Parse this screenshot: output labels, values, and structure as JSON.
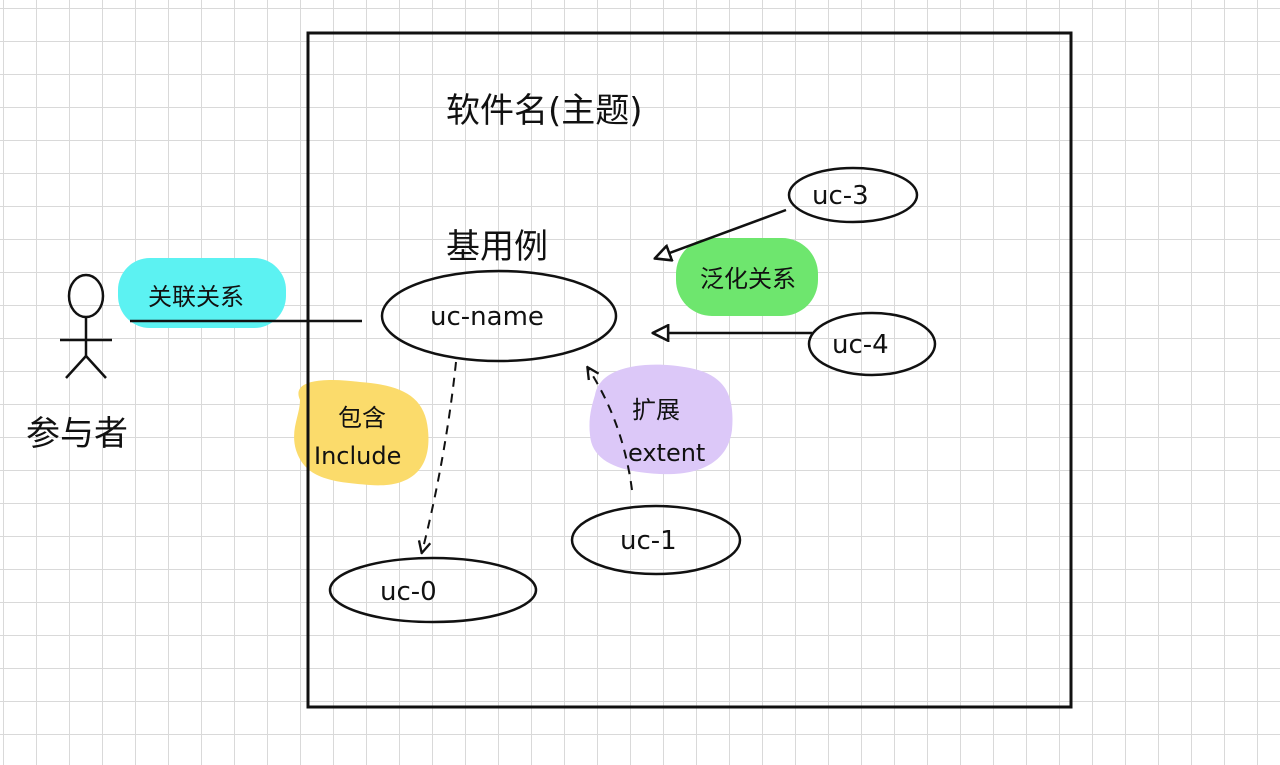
{
  "diagram": {
    "system_title": "软件名(主题)",
    "base_use_case_label": "基用例",
    "actor_label": "参与者",
    "use_cases": {
      "main": "uc-name",
      "uc0": "uc-0",
      "uc1": "uc-1",
      "uc3": "uc-3",
      "uc4": "uc-4"
    },
    "relations": {
      "association": "关联关系",
      "include_cn": "包含",
      "include_en": "Include",
      "extend_cn": "扩展",
      "extend_en": "extent",
      "generalization": "泛化关系"
    },
    "colors": {
      "association_highlight": "#5cf2f2",
      "include_highlight": "#fbdb6b",
      "extend_highlight": "#dcc8f8",
      "generalization_highlight": "#6ee66e",
      "ink": "#111111",
      "grid": "#d9d9d9"
    }
  }
}
